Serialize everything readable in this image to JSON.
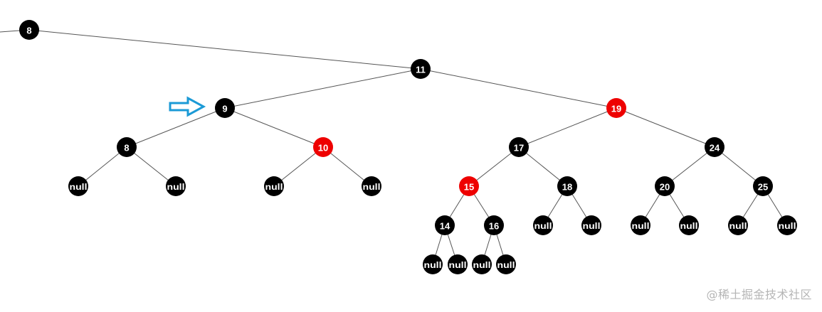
{
  "colors": {
    "black_node": "#000000",
    "red_node": "#ee0000",
    "edge": "#555555",
    "pointer_arrow": "#1b9ad6",
    "label": "#ffffff"
  },
  "tree": {
    "partial_root": {
      "id": "n8top",
      "label": "8",
      "color": "black"
    },
    "nodes": [
      {
        "id": "n11",
        "label": "11",
        "color": "black",
        "parent": "n8top"
      },
      {
        "id": "n9",
        "label": "9",
        "color": "black",
        "parent": "n11"
      },
      {
        "id": "n19",
        "label": "19",
        "color": "red",
        "parent": "n11"
      },
      {
        "id": "n8",
        "label": "8",
        "color": "black",
        "parent": "n9"
      },
      {
        "id": "n10",
        "label": "10",
        "color": "red",
        "parent": "n9"
      },
      {
        "id": "n17",
        "label": "17",
        "color": "black",
        "parent": "n19"
      },
      {
        "id": "n24",
        "label": "24",
        "color": "black",
        "parent": "n19"
      },
      {
        "id": "nl1",
        "label": "null",
        "color": "black",
        "parent": "n8"
      },
      {
        "id": "nl2",
        "label": "null",
        "color": "black",
        "parent": "n8"
      },
      {
        "id": "nl3",
        "label": "null",
        "color": "black",
        "parent": "n10"
      },
      {
        "id": "nl4",
        "label": "null",
        "color": "black",
        "parent": "n10"
      },
      {
        "id": "n15",
        "label": "15",
        "color": "red",
        "parent": "n17"
      },
      {
        "id": "n18",
        "label": "18",
        "color": "black",
        "parent": "n17"
      },
      {
        "id": "n20",
        "label": "20",
        "color": "black",
        "parent": "n24"
      },
      {
        "id": "n25",
        "label": "25",
        "color": "black",
        "parent": "n24"
      },
      {
        "id": "n14",
        "label": "14",
        "color": "black",
        "parent": "n15"
      },
      {
        "id": "n16",
        "label": "16",
        "color": "black",
        "parent": "n15"
      },
      {
        "id": "nl5",
        "label": "null",
        "color": "black",
        "parent": "n18"
      },
      {
        "id": "nl6",
        "label": "null",
        "color": "black",
        "parent": "n18"
      },
      {
        "id": "nl7",
        "label": "null",
        "color": "black",
        "parent": "n20"
      },
      {
        "id": "nl8",
        "label": "null",
        "color": "black",
        "parent": "n20"
      },
      {
        "id": "nl9",
        "label": "null",
        "color": "black",
        "parent": "n25"
      },
      {
        "id": "nl10",
        "label": "null",
        "color": "black",
        "parent": "n25"
      },
      {
        "id": "nl11",
        "label": "null",
        "color": "black",
        "parent": "n14"
      },
      {
        "id": "nl12",
        "label": "null",
        "color": "black",
        "parent": "n14"
      },
      {
        "id": "nl13",
        "label": "null",
        "color": "black",
        "parent": "n16"
      },
      {
        "id": "nl14",
        "label": "null",
        "color": "black",
        "parent": "n16"
      }
    ],
    "pointer_target": "n9"
  },
  "watermark": "@稀土掘金技术社区"
}
